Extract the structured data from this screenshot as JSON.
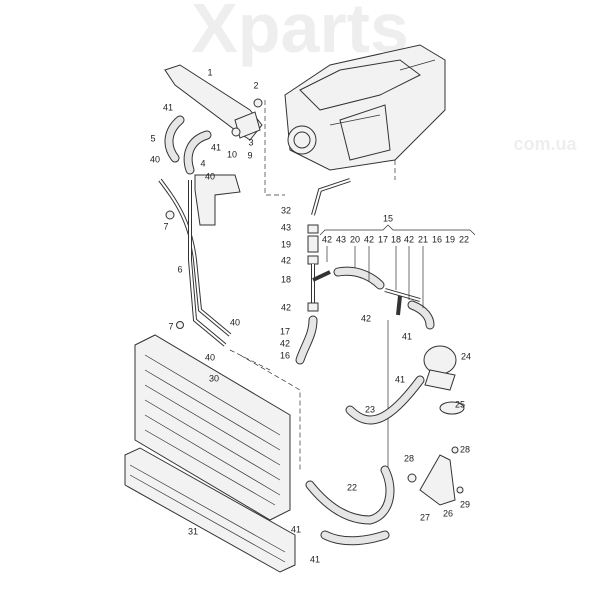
{
  "watermark": {
    "brand": "Xparts",
    "domain": "com.ua"
  },
  "labels": {
    "p1": "1",
    "p2": "2",
    "p3": "3",
    "p4": "4",
    "p5": "5",
    "p6": "6",
    "p7a": "7",
    "p7b": "7",
    "p9": "9",
    "p10": "10",
    "p15": "15",
    "p16": "16",
    "p17": "17",
    "p18": "18",
    "p19": "19",
    "p22": "22",
    "p23": "23",
    "p24": "24",
    "p25": "25",
    "p26": "26",
    "p27": "27",
    "p28a": "28",
    "p28b": "28",
    "p29": "29",
    "p30": "30",
    "p31": "31",
    "p32": "32",
    "p43": "43",
    "p40a": "40",
    "p40b": "40",
    "p40c": "40",
    "p40d": "40",
    "p41a": "41",
    "p41b": "41",
    "p41c": "41",
    "p41d": "41",
    "p41e": "41",
    "p41f": "41",
    "p42a": "42",
    "p42b": "42",
    "p42c": "42",
    "p42d": "42"
  },
  "kit15_row": [
    "42",
    "43",
    "20",
    "42",
    "17",
    "18",
    "42",
    "21",
    "16",
    "19",
    "22"
  ]
}
